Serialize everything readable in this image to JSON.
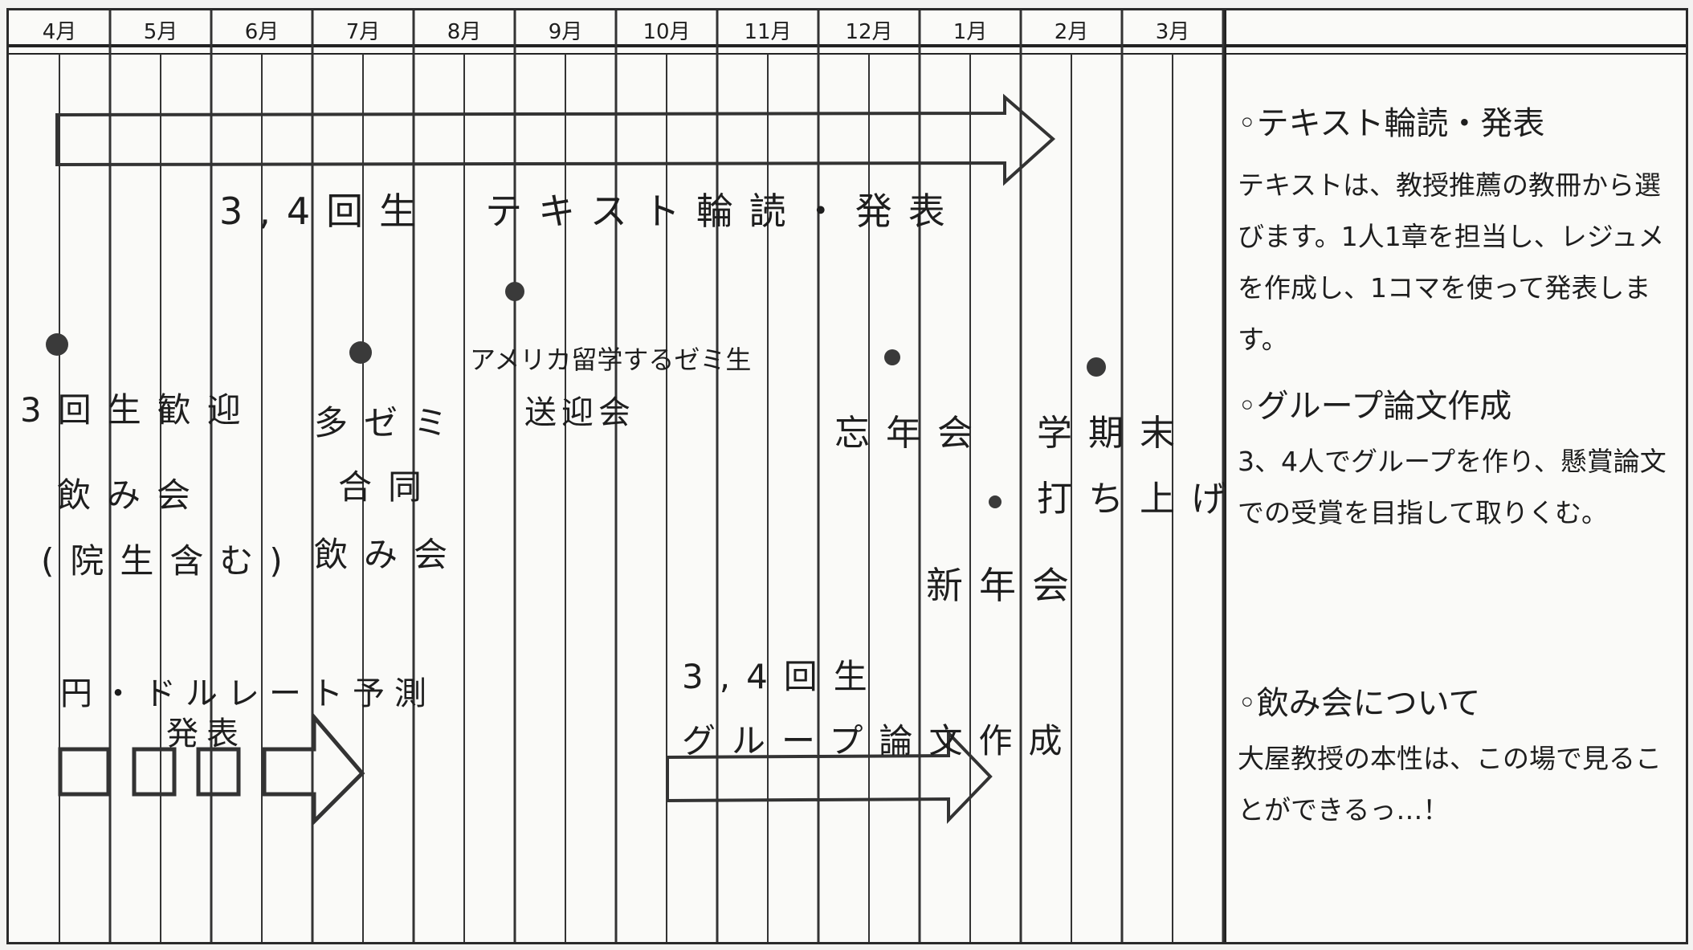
{
  "months": [
    "4月",
    "5月",
    "6月",
    "7月",
    "8月",
    "9月",
    "10月",
    "11月",
    "12月",
    "1月",
    "2月",
    "3月"
  ],
  "timeline": {
    "text_reading_label": "3,4回生　テキスト輪読・発表",
    "freshman_welcome": [
      "3回生歓迎",
      "飲み会",
      "(院生含む)"
    ],
    "multi_seminar": [
      "多ゼミ",
      "合同",
      "飲み会"
    ],
    "study_abroad": [
      "アメリカ留学するゼミ生",
      "送迎会"
    ],
    "year_end_party": "忘年会",
    "new_year_party": "新年会",
    "semester_end": [
      "学期末",
      "打ち上げ"
    ],
    "yen_forecast": [
      "円・ドルレート予測",
      "発表"
    ],
    "group_thesis": [
      "3,4回生",
      "グループ論文作成"
    ]
  },
  "notes": [
    {
      "title": "◦テキスト輪読・発表",
      "body": "テキストは、教授推薦の教冊から選びます。1人1章を担当し、レジュメを作成し、1コマを使って発表します。"
    },
    {
      "title": "◦グループ論文作成",
      "body": "3、4人でグループを作り、懸賞論文での受賞を目指して取りくむ。"
    },
    {
      "title": "◦飲み会について",
      "body": "大屋教授の本性は、この場で見ることができるっ…！"
    }
  ]
}
